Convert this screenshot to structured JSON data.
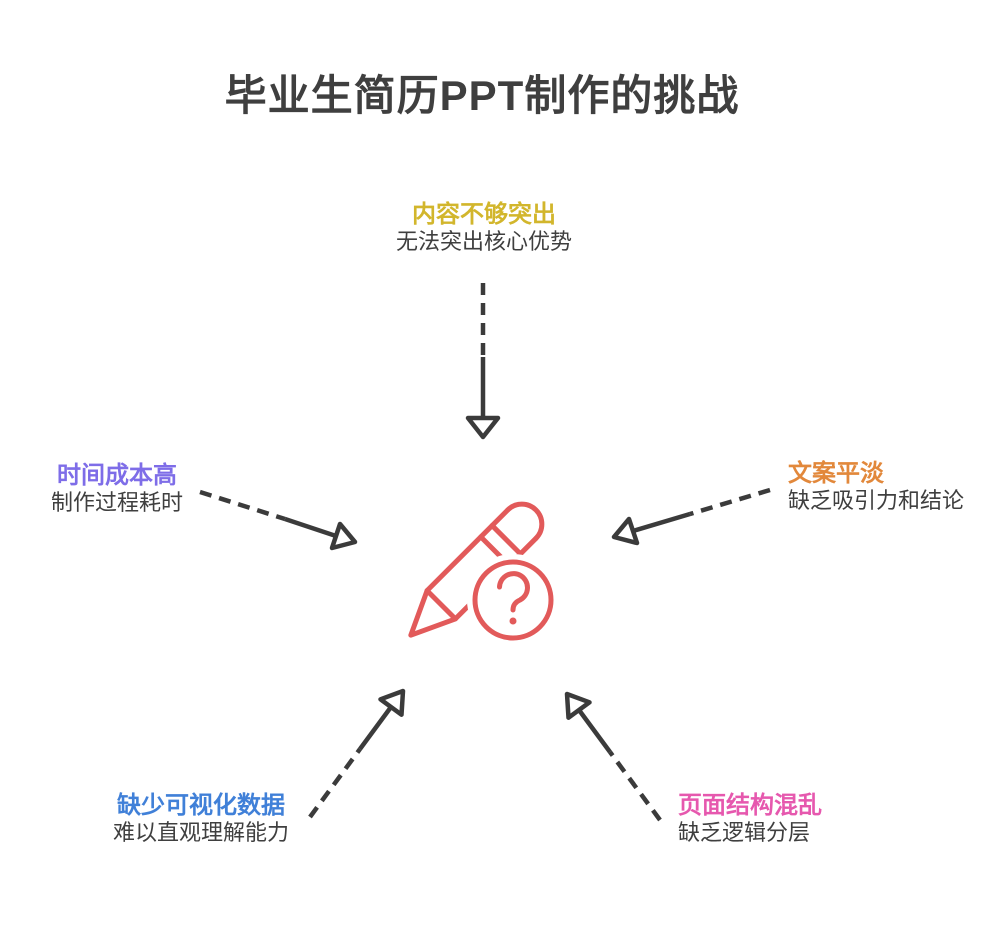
{
  "title": "毕业生简历PPT制作的挑战",
  "nodes": {
    "top": {
      "label": "内容不够突出",
      "desc": "无法突出核心优势",
      "color": "#d2b62c"
    },
    "left": {
      "label": "时间成本高",
      "desc": "制作过程耗时",
      "color": "#7e6de8"
    },
    "right": {
      "label": "文案平淡",
      "desc": "缺乏吸引力和结论",
      "color": "#e2883b"
    },
    "bottom_left": {
      "label": "缺少可视化数据",
      "desc": "难以直观理解能力",
      "color": "#4080d8"
    },
    "bottom_right": {
      "label": "页面结构混乱",
      "desc": "缺乏逻辑分层",
      "color": "#e658ae"
    }
  },
  "center_icon": {
    "name": "pencil-question-icon",
    "color": "#e25a5a"
  },
  "arrow_color": "#3b3b3b",
  "title_color": "#3f3f3f"
}
